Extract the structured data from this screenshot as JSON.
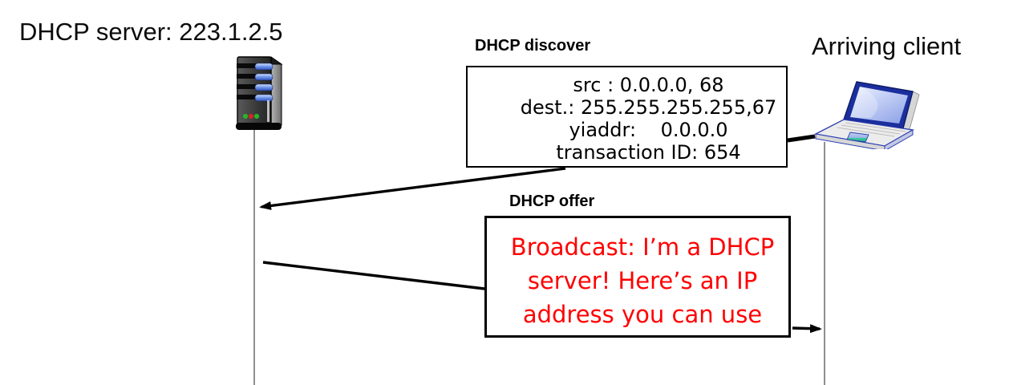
{
  "diagram": {
    "server": {
      "title": "DHCP server: 223.1.2.5",
      "icon": "server-tower-icon"
    },
    "client": {
      "title": "Arriving client",
      "icon": "laptop-icon"
    },
    "messages": {
      "discover": {
        "label": "DHCP discover",
        "lines": [
          "src : 0.0.0.0, 68",
          "dest.: 255.255.255.255,67",
          "yiaddr:    0.0.0.0",
          "transaction ID: 654"
        ]
      },
      "offer": {
        "label": "DHCP offer",
        "lines": [
          "Broadcast: I’m a DHCP",
          "server! Here’s an IP",
          "address you can use"
        ],
        "text_color": "#ff0000"
      }
    },
    "colors": {
      "offer_text": "#ff0000",
      "message_text": "#000000",
      "box_border": "#000000",
      "arrow": "#000000",
      "lifeline": "#8f8f8f"
    }
  }
}
